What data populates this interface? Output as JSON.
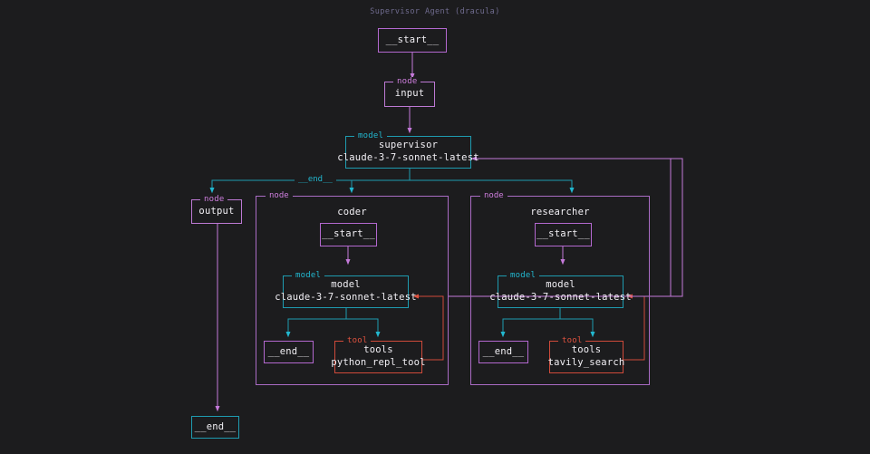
{
  "title": "Supervisor Agent (dracula)",
  "colors": {
    "background": "#1c1c1e",
    "purple": "#bd79d4",
    "cyan": "#1e9bb0",
    "red": "#cf4a3a",
    "text": "#f2f0f5",
    "muted": "#6f6b8e"
  },
  "top": {
    "start_label": "__start__",
    "input": {
      "cluster_label": "node",
      "name": "input"
    },
    "supervisor": {
      "cluster_label": "model",
      "name": "supervisor",
      "model": "claude-3-7-sonnet-latest"
    },
    "branch_label": "__end__"
  },
  "output_node": {
    "cluster_label": "node",
    "name": "output"
  },
  "final_end": {
    "label": "__end__"
  },
  "subgraphs": [
    {
      "cluster_label": "node",
      "title": "coder",
      "start_label": "__start__",
      "model": {
        "cluster_label": "model",
        "name": "model",
        "model_id": "claude-3-7-sonnet-latest"
      },
      "end_label": "__end__",
      "tool": {
        "cluster_label": "tool",
        "name": "tools",
        "tool_id": "python_repl_tool"
      }
    },
    {
      "cluster_label": "node",
      "title": "researcher",
      "start_label": "__start__",
      "model": {
        "cluster_label": "model",
        "name": "model",
        "model_id": "claude-3-7-sonnet-latest"
      },
      "end_label": "__end__",
      "tool": {
        "cluster_label": "tool",
        "name": "tools",
        "tool_id": "tavily_search"
      }
    }
  ]
}
